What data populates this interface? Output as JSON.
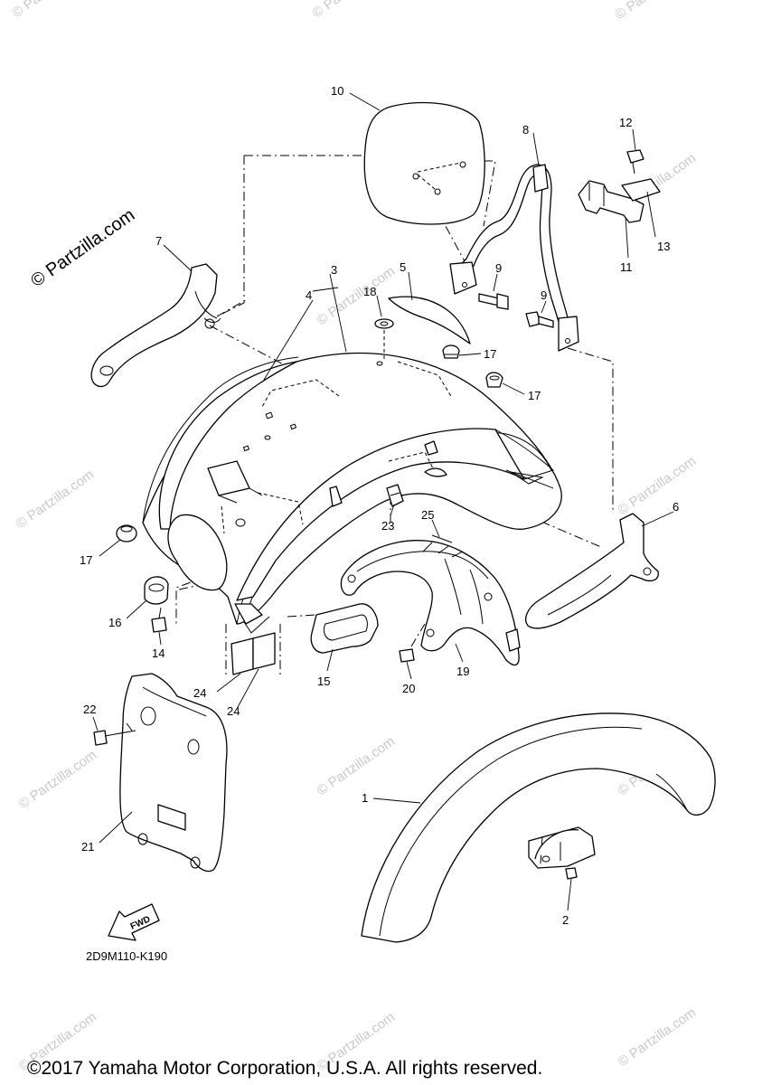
{
  "watermark": {
    "main": "© Partzilla.com",
    "tile": "© Partzilla.com"
  },
  "diagram_code": "2D9M110-K190",
  "fwd_label": "FWD",
  "copyright": "©2017 Yamaha Motor Corporation, U.S.A. All rights reserved.",
  "callouts": [
    {
      "id": "c1",
      "text": "1"
    },
    {
      "id": "c2",
      "text": "2"
    },
    {
      "id": "c3",
      "text": "3"
    },
    {
      "id": "c4",
      "text": "4"
    },
    {
      "id": "c5",
      "text": "5"
    },
    {
      "id": "c6",
      "text": "6"
    },
    {
      "id": "c7",
      "text": "7"
    },
    {
      "id": "c8",
      "text": "8"
    },
    {
      "id": "c9a",
      "text": "9"
    },
    {
      "id": "c9b",
      "text": "9"
    },
    {
      "id": "c10",
      "text": "10"
    },
    {
      "id": "c11",
      "text": "11"
    },
    {
      "id": "c12",
      "text": "12"
    },
    {
      "id": "c13",
      "text": "13"
    },
    {
      "id": "c14",
      "text": "14"
    },
    {
      "id": "c15",
      "text": "15"
    },
    {
      "id": "c16",
      "text": "16"
    },
    {
      "id": "c17a",
      "text": "17"
    },
    {
      "id": "c17b",
      "text": "17"
    },
    {
      "id": "c17c",
      "text": "17"
    },
    {
      "id": "c18",
      "text": "18"
    },
    {
      "id": "c19",
      "text": "19"
    },
    {
      "id": "c20",
      "text": "20"
    },
    {
      "id": "c21",
      "text": "21"
    },
    {
      "id": "c22",
      "text": "22"
    },
    {
      "id": "c23",
      "text": "23"
    },
    {
      "id": "c24a",
      "text": "24"
    },
    {
      "id": "c24b",
      "text": "24"
    },
    {
      "id": "c25",
      "text": "25"
    }
  ]
}
